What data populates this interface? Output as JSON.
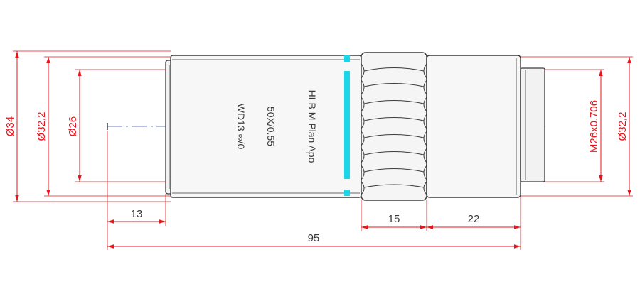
{
  "colors": {
    "dimension": "#e8141b",
    "outline": "#3a3a3a",
    "body_fill": "#f7f7f7",
    "accent_band": "#19d7e8",
    "centerline": "#6a7cc4"
  },
  "engraving": {
    "line1": "HLB M Plan Apo",
    "line2": "50X/0.55",
    "line3": "WD13 ∞/0"
  },
  "dimensions": {
    "outer_diameter": "Ø34",
    "barrel_diameter_left": "Ø32,2",
    "front_diameter": "Ø26",
    "thread": "M26x0.706",
    "barrel_diameter_right": "Ø32,2",
    "working_distance": "13",
    "knurl_length": "15",
    "rear_length": "22",
    "total_length": "95"
  }
}
